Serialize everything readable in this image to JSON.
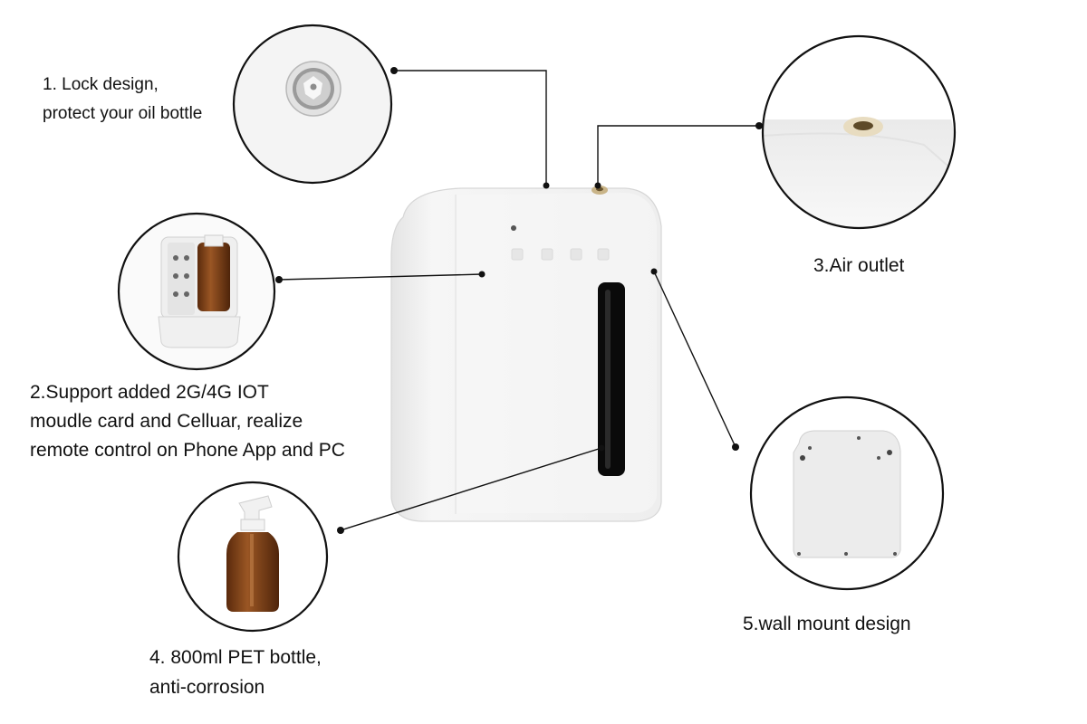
{
  "features": [
    {
      "id": "lock",
      "lines": [
        "1. Lock  design,",
        "protect your oil bottle"
      ]
    },
    {
      "id": "iot",
      "lines": [
        "2.Support added 2G/4G IOT",
        "moudle card and Celluar, realize",
        "remote control on Phone App and PC"
      ]
    },
    {
      "id": "outlet",
      "lines": [
        "3.Air outlet"
      ]
    },
    {
      "id": "bottle",
      "lines": [
        "4. 800ml PET  bottle,",
        "anti-corrosion"
      ]
    },
    {
      "id": "wall",
      "lines": [
        "5.wall mount design"
      ]
    }
  ],
  "colors": {
    "device_body": "#f2f2f2",
    "device_edge": "#dcdcdc",
    "bottle_amber": "#8a4a1c",
    "leader_line": "#111111"
  }
}
